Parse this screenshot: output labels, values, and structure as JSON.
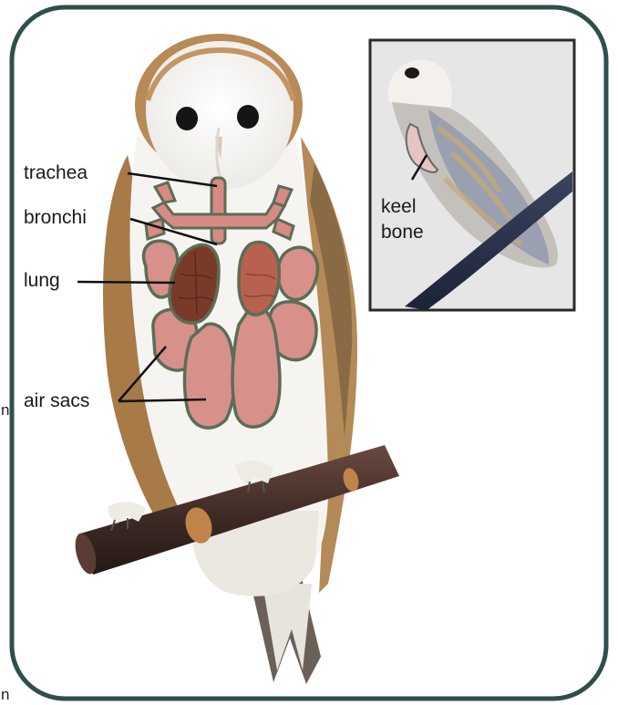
{
  "labels": {
    "trachea": "trachea",
    "bronchi": "bronchi",
    "lung": "lung",
    "air_sacs": "air sacs",
    "keel_line1": "keel",
    "keel_line2": "bone"
  },
  "margin_fragments": {
    "upper": "n",
    "lower": "n"
  },
  "colors": {
    "frame": "#2f4f4c",
    "air_sac_fill": "#d8908a",
    "organ_outline": "#5b6e55",
    "lung_fill": "#7a3a2a",
    "trachea_fill": "#d88a84",
    "branch": "#3b2a24",
    "inset_bg": "#e6e6e6"
  }
}
